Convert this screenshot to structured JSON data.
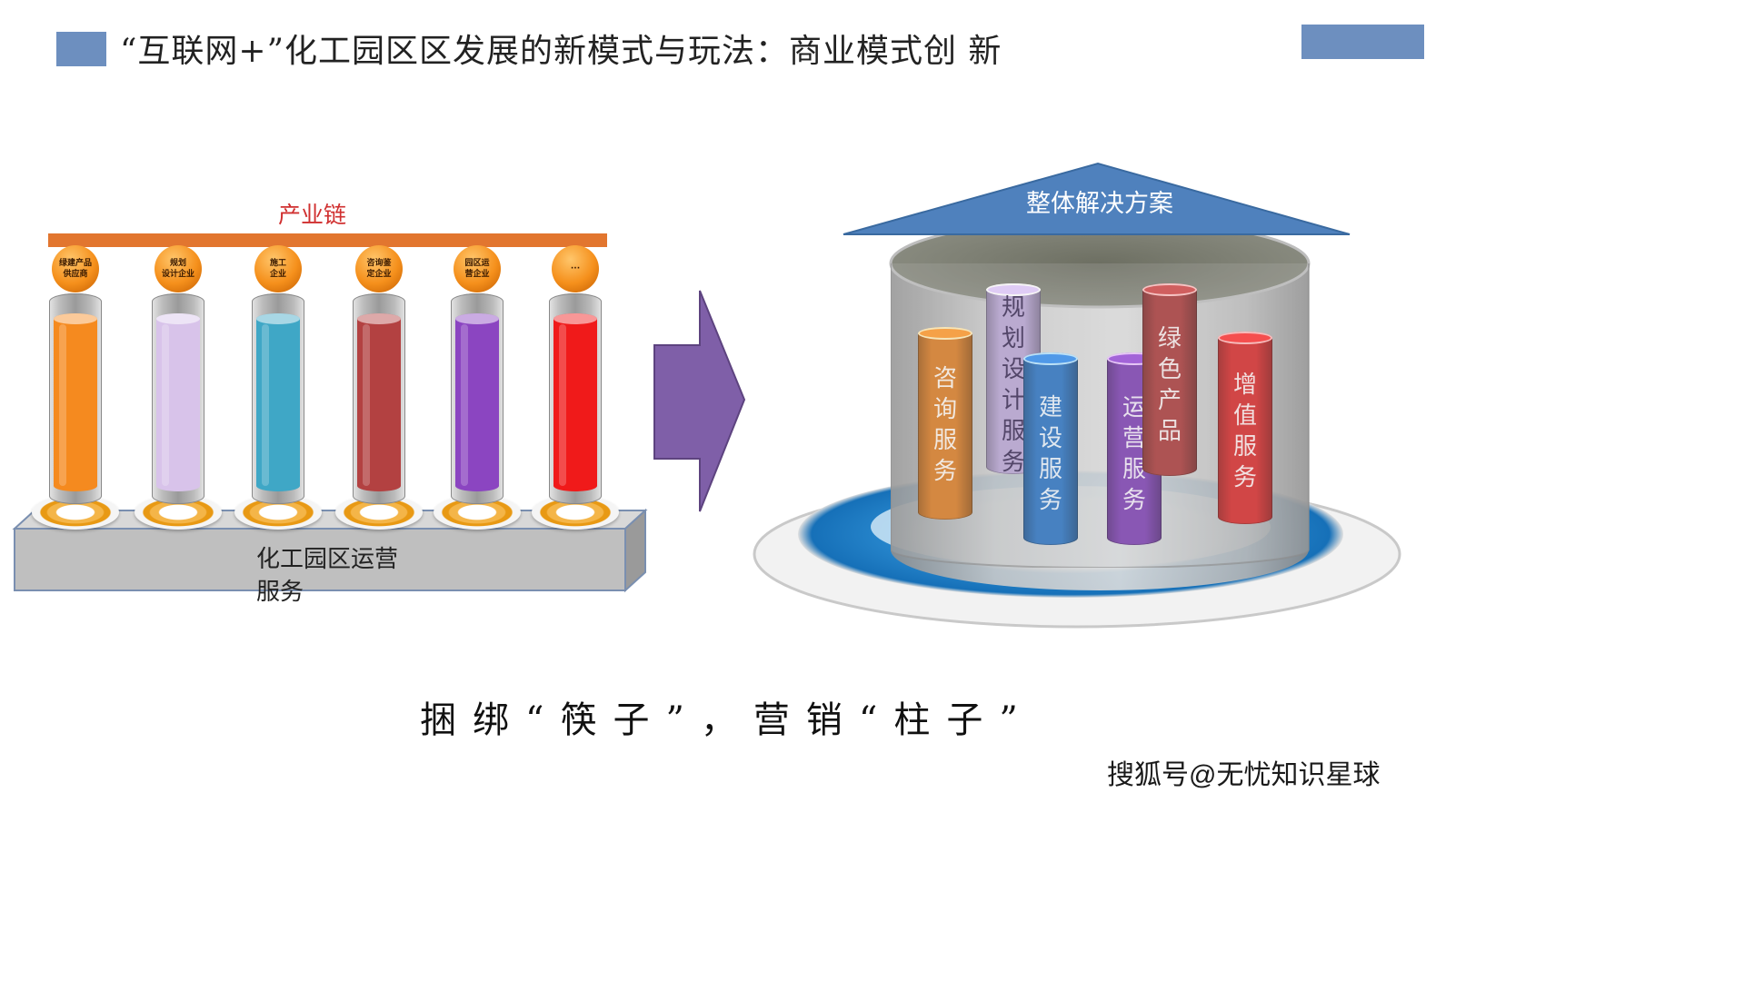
{
  "header": {
    "title": "“互联网+”化工园区区发展的新模式与玩法：商业模式创  新"
  },
  "left_diagram": {
    "chain_label": "产业链",
    "base_label": "化工园区运营\n服务",
    "pillars": [
      {
        "label": "绿建产品\n供应商",
        "color": "#f58a1f"
      },
      {
        "label": "规划\n设计企业",
        "color": "#d8c3ea"
      },
      {
        "label": "施工\n企业",
        "color": "#3fa7c6"
      },
      {
        "label": "咨询鉴\n定企业",
        "color": "#b34141"
      },
      {
        "label": "园区运\n营企业",
        "color": "#8b45c1"
      },
      {
        "label": "···",
        "color": "#f01a1a"
      }
    ]
  },
  "right_diagram": {
    "roof_label": "整体解决方案",
    "pillars": [
      {
        "label": "咨询服务",
        "color": "#d77a24"
      },
      {
        "label": "规划设计服务",
        "color": "#b7a4d2"
      },
      {
        "label": "建设服务",
        "color": "#2b72c0"
      },
      {
        "label": "运营服务",
        "color": "#7c3fb0"
      },
      {
        "label": "绿色产品",
        "color": "#a83a3a"
      },
      {
        "label": "增值服务",
        "color": "#d42a2a"
      }
    ]
  },
  "slogan": "捆绑“筷子”，营销“柱子”",
  "watermark": "搜狐号@无忧知识星球",
  "colors": {
    "accent_blue": "#6d8fbf",
    "chain_bar": "#e2762f",
    "chain_label": "#d02f2f",
    "arrow": "#7f5fa8",
    "roof": "#4f81bd"
  }
}
